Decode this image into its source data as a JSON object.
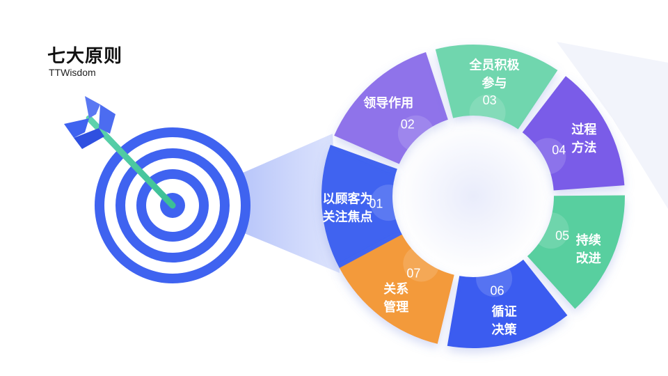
{
  "header": {
    "title": "七大原则",
    "subtitle": "TTWisdom"
  },
  "principles": [
    {
      "number": "01",
      "line1": "以顾客为",
      "line2": "关注焦点",
      "color": "#3f63f0"
    },
    {
      "number": "02",
      "line1": "领导作用",
      "line2": "",
      "color": "#8f73ea"
    },
    {
      "number": "03",
      "line1": "全员积极",
      "line2": "参与",
      "color": "#6fd6ae"
    },
    {
      "number": "04",
      "line1": "过程",
      "line2": "方法",
      "color": "#7a5ce8"
    },
    {
      "number": "05",
      "line1": "持续",
      "line2": "改进",
      "color": "#59cf9f"
    },
    {
      "number": "06",
      "line1": "循证",
      "line2": "决策",
      "color": "#3b5cf0"
    },
    {
      "number": "07",
      "line1": "关系",
      "line2": "管理",
      "color": "#f39a3a"
    }
  ]
}
